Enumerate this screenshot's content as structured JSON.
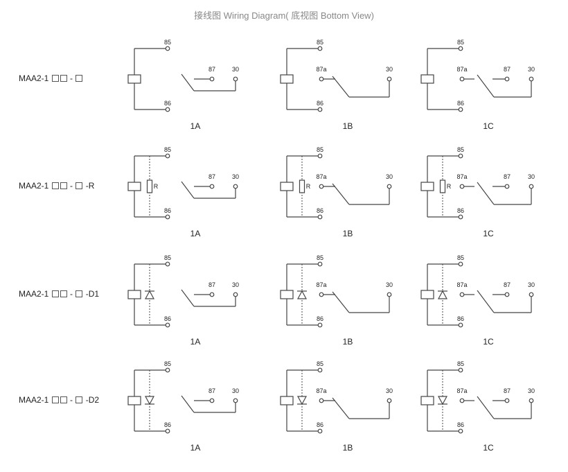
{
  "title": "接线图 Wiring Diagram( 底视图 Bottom View)",
  "rows": [
    {
      "prefix": "MAA2-1",
      "sep": "-",
      "suffix": "",
      "protection": "none"
    },
    {
      "prefix": "MAA2-1",
      "sep": "-",
      "suffix": "-R",
      "protection": "resistor"
    },
    {
      "prefix": "MAA2-1",
      "sep": "-",
      "suffix": "-D1",
      "protection": "diode-up"
    },
    {
      "prefix": "MAA2-1",
      "sep": "-",
      "suffix": "-D2",
      "protection": "diode-down"
    }
  ],
  "columns": [
    {
      "form": "1A",
      "caption": "1A"
    },
    {
      "form": "1B",
      "caption": "1B"
    },
    {
      "form": "1C",
      "caption": "1C"
    }
  ],
  "terminals": {
    "coil_top": "85",
    "coil_bottom": "86",
    "no": "87",
    "nc": "87a",
    "common": "30"
  },
  "resistor_label": "R",
  "colors": {
    "line": "#444444",
    "title": "#888888"
  }
}
